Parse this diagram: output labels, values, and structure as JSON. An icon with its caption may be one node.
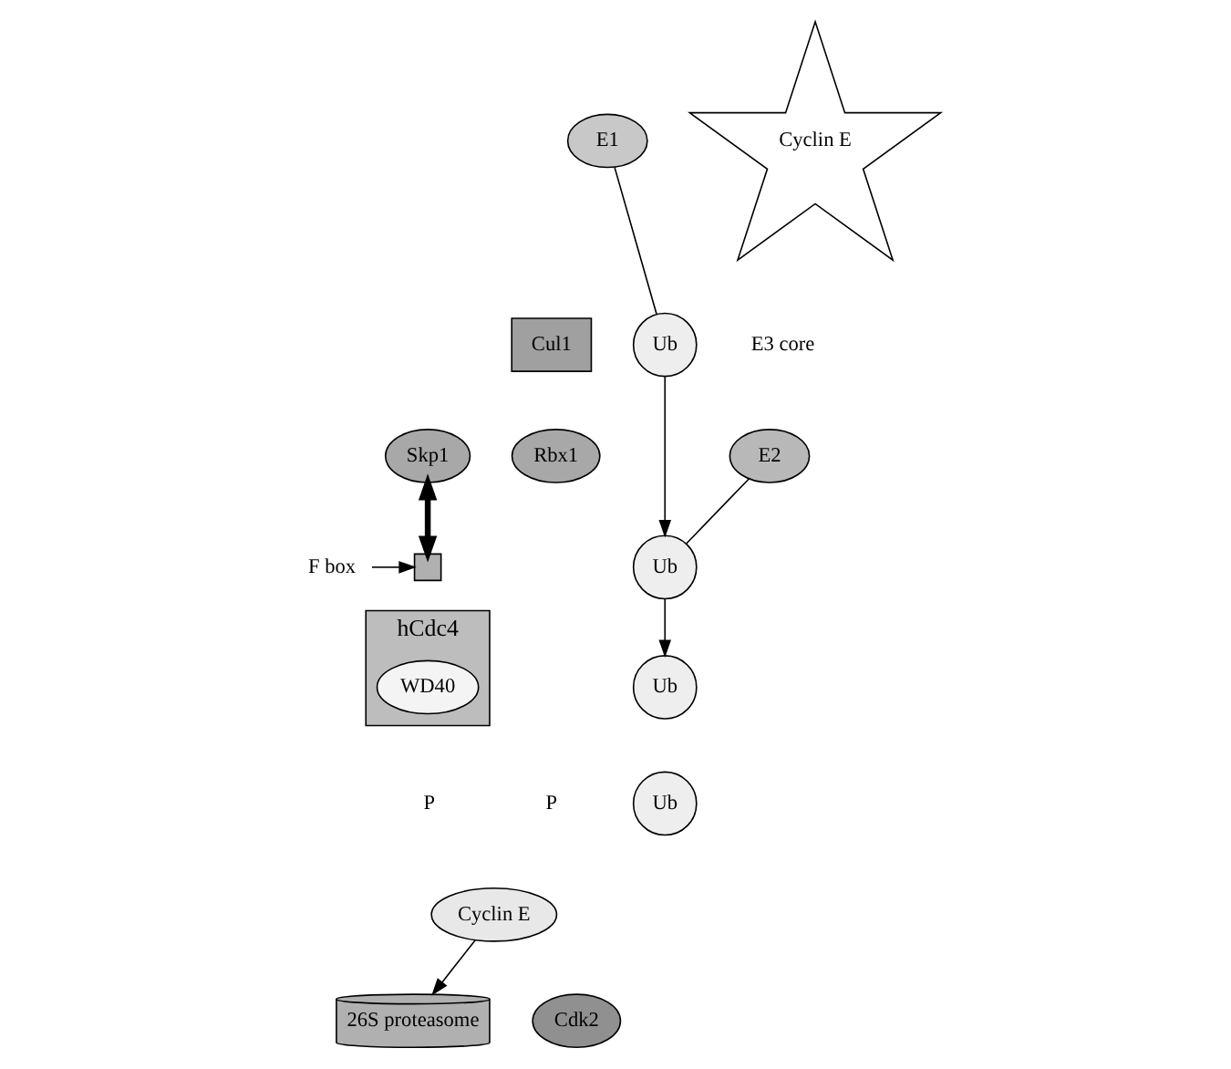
{
  "diagram": {
    "nodes": [
      {
        "text": [
          "E1"
        ]
      },
      {
        "text": [
          "Ub"
        ]
      },
      {
        "text": [
          "Cul1"
        ]
      },
      {
        "text": [
          "E2"
        ]
      },
      {
        "text": [
          "Ub"
        ]
      },
      {
        "text": [
          "Skp1"
        ]
      },
      {
        "text": [
          "Rbx1"
        ]
      },
      {
        "text": [
          "F box"
        ]
      },
      {
        "text": [],
        "shape": "box"
      },
      {
        "text": [
          "hCdc4"
        ]
      },
      {
        "text": [
          "WD40"
        ],
        "in": 9
      },
      {
        "text": [
          "26S proteasome"
        ]
      },
      {
        "text": [
          "Cyclin E"
        ]
      },
      {
        "text": [
          "Ub"
        ]
      },
      {
        "text": [
          "Ub"
        ]
      },
      {
        "text": [
          "Cyclin E"
        ]
      },
      {
        "text": [
          "Cdk2"
        ]
      }
    ],
    "edges": [
      {
        "from": 0,
        "to": 1,
        "arrow": "none"
      },
      {
        "from": 1,
        "to": 4,
        "arrow": "to"
      },
      {
        "from": 3,
        "to": 4,
        "arrow": "none"
      },
      {
        "from": 4,
        "to": 13,
        "arrow": "to"
      },
      {
        "from": 5,
        "to": 8,
        "arrow": "both",
        "style": "thick"
      },
      {
        "from": 7,
        "to": 8,
        "arrow": "to"
      },
      {
        "from": 15,
        "to": 11,
        "arrow": "to"
      }
    ],
    "labels": [
      "E3 core",
      "P",
      "P"
    ]
  }
}
